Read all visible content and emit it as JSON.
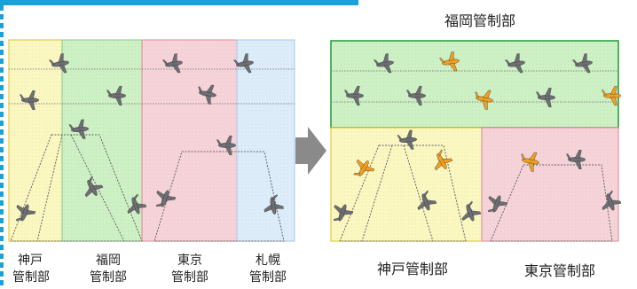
{
  "left_panel": {
    "labels": [
      {
        "line1": "神戸",
        "line2": "管制部"
      },
      {
        "line1": "福岡",
        "line2": "管制部"
      },
      {
        "line1": "東京",
        "line2": "管制部"
      },
      {
        "line1": "札幌",
        "line2": "管制部"
      }
    ]
  },
  "right_panel": {
    "top_label": "福岡管制部",
    "bottom_left_label": "神戸管制部",
    "bottom_right_label": "東京管制部"
  },
  "colors": {
    "kobe": "#fbf7c0",
    "fukuoka": "#cdf0c4",
    "tokyo": "#f6d3d9",
    "sapporo": "#dcecf9",
    "fukuoka_border": "#1f9a3a",
    "kobe_border": "#d9c41a",
    "tokyo_border": "#e08a95",
    "arrow": "#8a8a8a",
    "top_bar": "#1aa1d8",
    "airplane_grey": "#6d6f73",
    "airplane_orange": "#f0a020"
  }
}
